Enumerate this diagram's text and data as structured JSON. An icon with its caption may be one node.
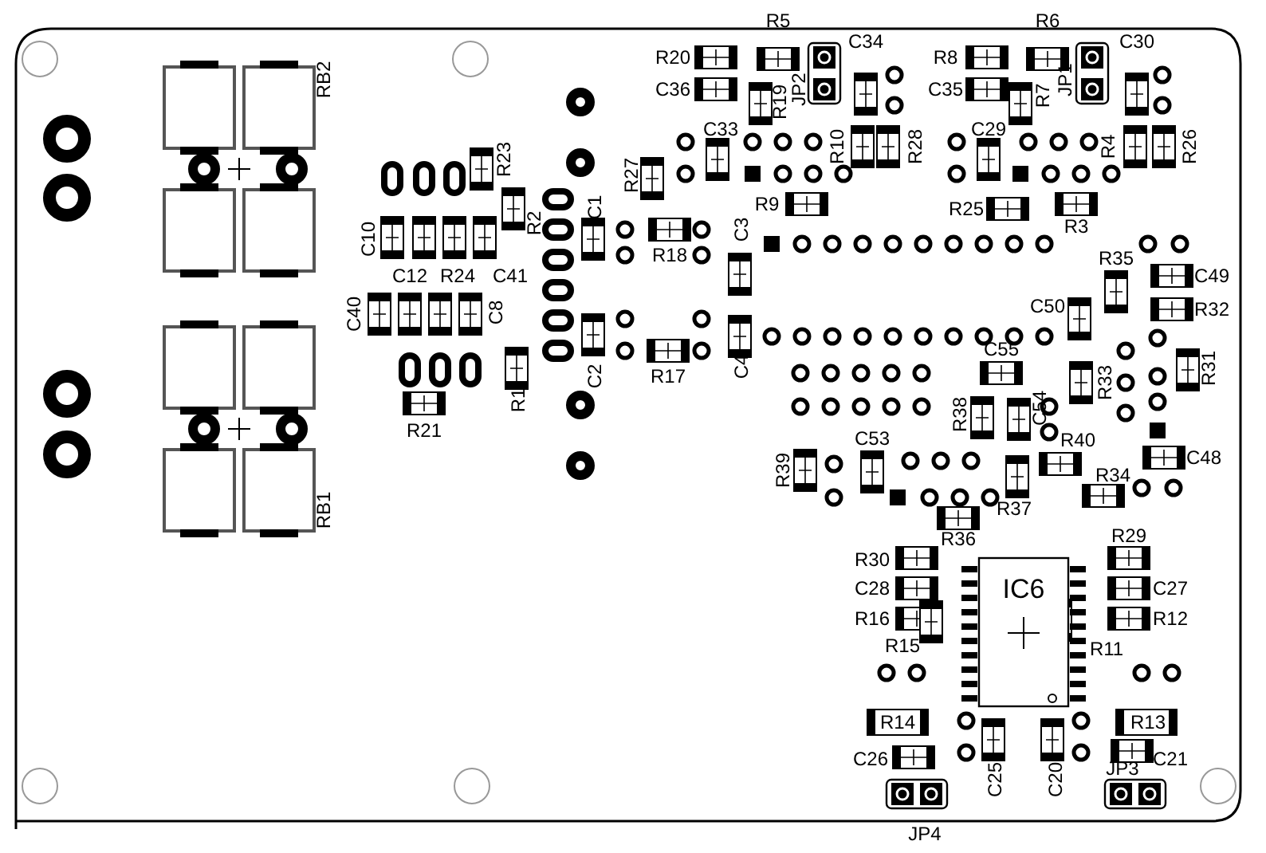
{
  "diagram": {
    "labels": [
      "R5",
      "R6",
      "R20",
      "C34",
      "R8",
      "C30",
      "RB2",
      "C36",
      "R19",
      "JP2",
      "C35",
      "R7",
      "JP1",
      "R23",
      "R27",
      "C33",
      "R10",
      "R28",
      "C29",
      "R4",
      "R26",
      "C10",
      "R2",
      "C1",
      "R18",
      "C3",
      "R9",
      "R25",
      "R3",
      "R35",
      "C12",
      "R24",
      "C41",
      "C49",
      "C40",
      "C8",
      "C50",
      "R32",
      "C2",
      "R17",
      "C4",
      "C55",
      "R33",
      "R31",
      "R1",
      "R38",
      "C54",
      "R21",
      "C53",
      "R40",
      "R39",
      "R34",
      "C48",
      "RB1",
      "R37",
      "R30",
      "R36",
      "R29",
      "C28",
      "IC6",
      "C27",
      "R16",
      "R12",
      "R15",
      "R11",
      "R14",
      "R13",
      "C26",
      "JP3",
      "C21",
      "C25",
      "C20",
      "JP4"
    ]
  }
}
